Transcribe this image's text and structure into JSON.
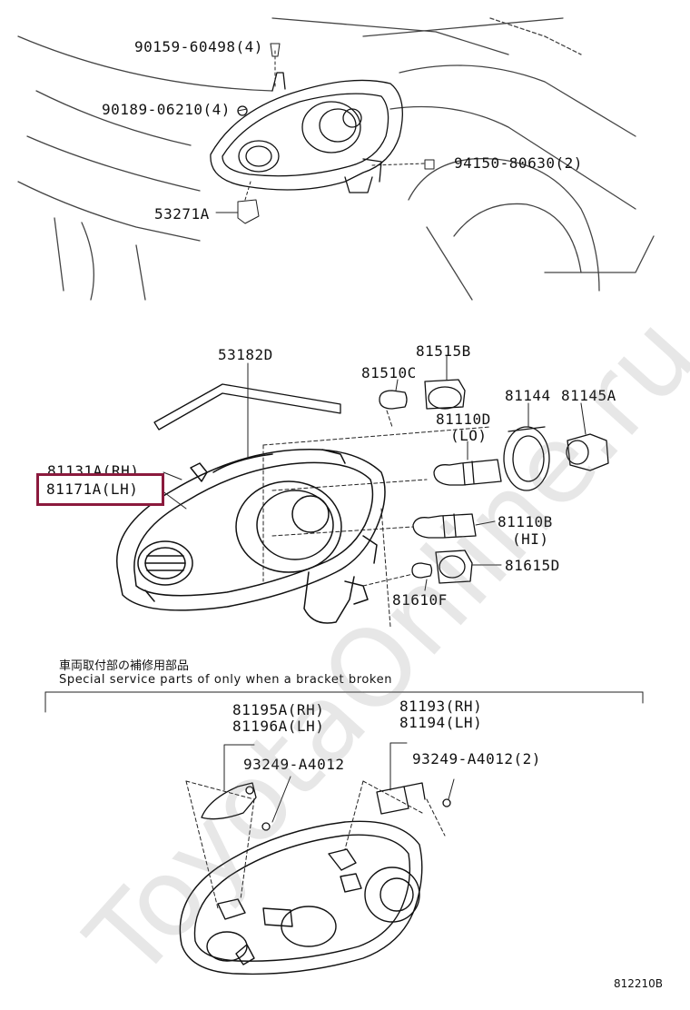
{
  "top_assembly": {
    "labels": {
      "bolt": "90159-60498(4)",
      "nut_clip": "90189-06210(4)",
      "nut": "94150-80630(2)",
      "bracket": "53271A"
    }
  },
  "headlamp_assembly": {
    "labels": {
      "protector": "53182D",
      "bulb_socket_top": "81515B",
      "bulb_front": "81510C",
      "cap": "81144",
      "socket_right": "81145A",
      "bulb_lo": "81110D",
      "bulb_lo_note": "(LO)",
      "bulb_hi": "81110B",
      "bulb_hi_note": "(HI)",
      "socket_lower": "81615D",
      "bulb_lower": "81610F",
      "unit_rh": "81131A(RH)",
      "unit_lh": "81171A(LH)"
    },
    "highlight_color": "#8b1a3d"
  },
  "special_parts": {
    "note_jp": "車両取付部の補修用部品",
    "note_en": "Special service parts of only when a bracket broken",
    "left_bracket_rh": "81195A(RH)",
    "left_bracket_lh": "81196A(LH)",
    "left_screw": "93249-A4012",
    "right_bracket_rh": "81193(RH)",
    "right_bracket_lh": "81194(LH)",
    "right_screw": "93249-A4012(2)"
  },
  "footer": {
    "diagram_code": "812210B"
  },
  "watermark": {
    "text": "ToyotaOnline.ru"
  }
}
